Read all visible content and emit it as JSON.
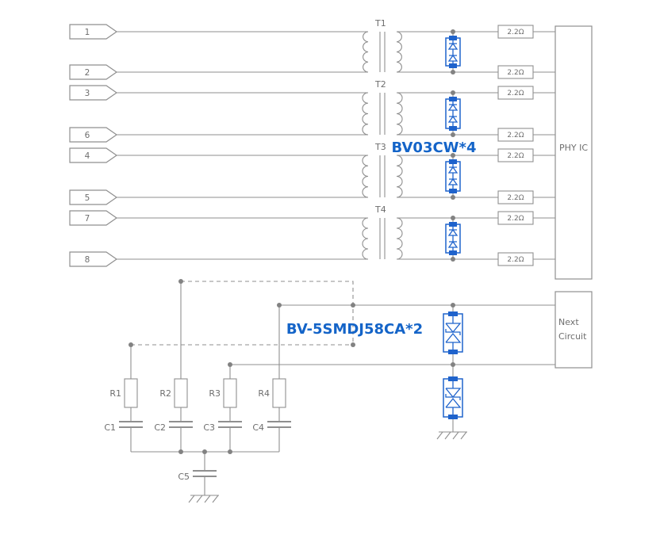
{
  "pins": {
    "labels": [
      "1",
      "2",
      "3",
      "6",
      "4",
      "5",
      "7",
      "8"
    ]
  },
  "transformers": {
    "labels": [
      "T1",
      "T2",
      "T3",
      "T4"
    ]
  },
  "series_resistor": {
    "value": "2.2Ω"
  },
  "phy": {
    "label": "PHY IC"
  },
  "next_circuit": {
    "label_line1": "Next",
    "label_line2": "Circuit"
  },
  "protection": {
    "tvs_array_label": "BV03CW*4",
    "tvs_diode_label": "BV-5SMDJ58CA*2"
  },
  "termination": {
    "resistor_labels": [
      "R1",
      "R2",
      "R3",
      "R4"
    ],
    "capacitor_labels": [
      "C1",
      "C2",
      "C3",
      "C4"
    ],
    "bulk_capacitor_label": "C5"
  },
  "colors": {
    "wire": "#8f8f8f",
    "text": "#6e6e6e",
    "blue": "#1f63cc",
    "blue_text": "#1464c8",
    "background": "#ffffff"
  }
}
